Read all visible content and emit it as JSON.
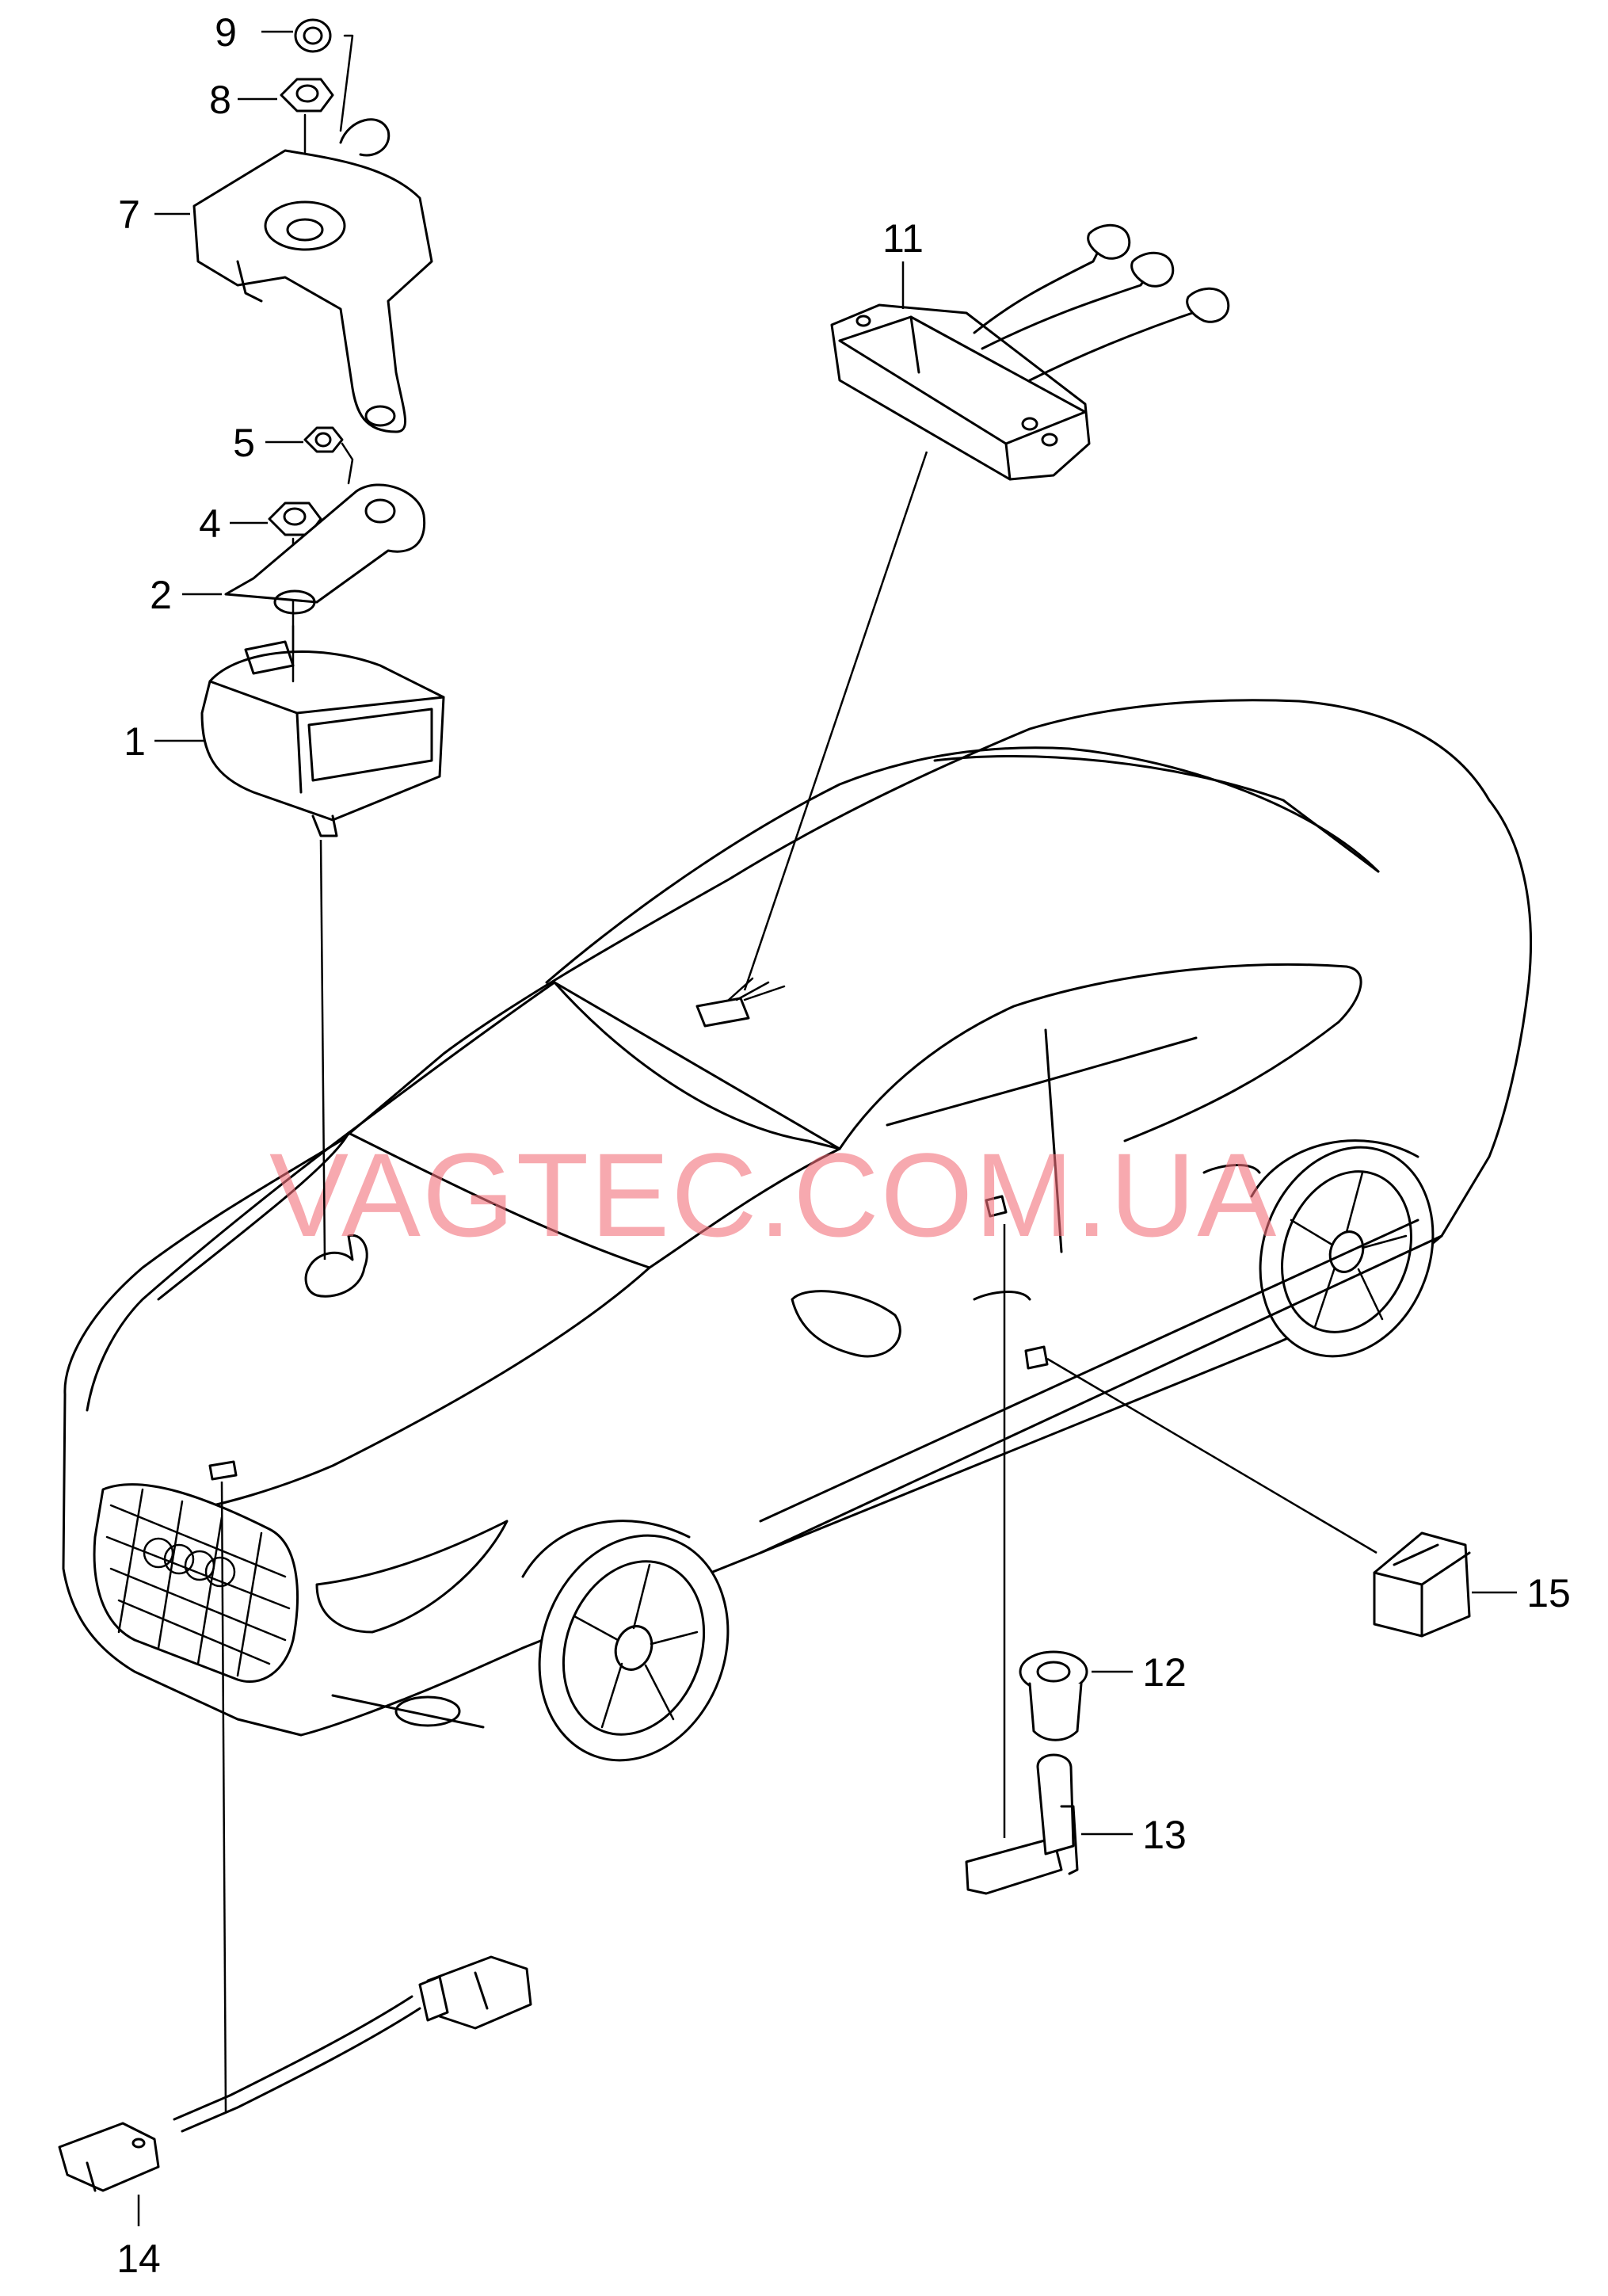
{
  "watermark": "VAGTEC.COM.UA",
  "callouts": [
    {
      "id": "1",
      "label": "1"
    },
    {
      "id": "2",
      "label": "2"
    },
    {
      "id": "4",
      "label": "4"
    },
    {
      "id": "5",
      "label": "5"
    },
    {
      "id": "7",
      "label": "7"
    },
    {
      "id": "8",
      "label": "8"
    },
    {
      "id": "9",
      "label": "9"
    },
    {
      "id": "11",
      "label": "11"
    },
    {
      "id": "12",
      "label": "12"
    },
    {
      "id": "13",
      "label": "13"
    },
    {
      "id": "14",
      "label": "14"
    },
    {
      "id": "15",
      "label": "15"
    }
  ]
}
